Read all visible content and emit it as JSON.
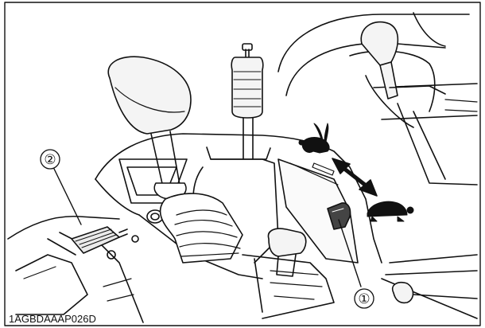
{
  "figure": {
    "callouts": [
      {
        "number": "①",
        "target": "speed-range-lever"
      },
      {
        "number": "②",
        "target": "accelerator-pedal"
      }
    ],
    "image_code": "1AGBDAAAP026D"
  },
  "icons": [
    "rabbit-icon",
    "turtle-icon",
    "double-arrow-icon"
  ],
  "colors": {
    "line": "#111111",
    "background": "#ffffff",
    "fill_light": "#f4f4f4"
  }
}
